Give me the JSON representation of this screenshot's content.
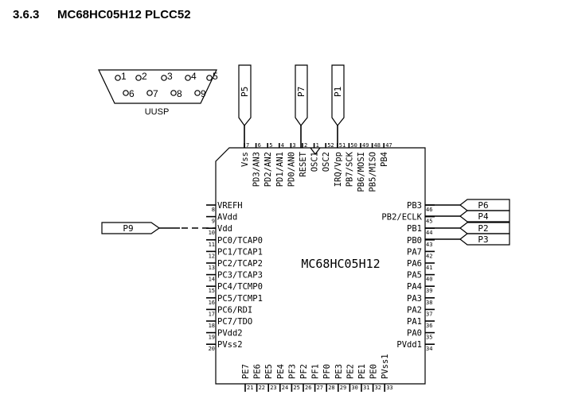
{
  "heading": {
    "number": "3.6.3",
    "title": "MC68HC05H12 PLCC52"
  },
  "connector": {
    "label": "UUSP",
    "pins_top": [
      "1",
      "2",
      "3",
      "4",
      "5"
    ],
    "pins_bottom": [
      "6",
      "7",
      "8",
      "9"
    ]
  },
  "chip": {
    "name": "MC68HC05H12",
    "top_pins": [
      {
        "num": "7",
        "name": "Vss"
      },
      {
        "num": "6",
        "name": "PD3/AN3"
      },
      {
        "num": "5",
        "name": "PD2/AN2"
      },
      {
        "num": "4",
        "name": "PD1/AN1"
      },
      {
        "num": "3",
        "name": "PD0/AN0"
      },
      {
        "num": "2",
        "name": "RESET"
      },
      {
        "num": "1",
        "name": "OSC1"
      },
      {
        "num": "52",
        "name": "OSC2"
      },
      {
        "num": "51",
        "name": "IRQ/Vpp"
      },
      {
        "num": "50",
        "name": "PB7/SCK"
      },
      {
        "num": "49",
        "name": "PB6/MOSI"
      },
      {
        "num": "48",
        "name": "PB5/MISO"
      },
      {
        "num": "47",
        "name": "PB4"
      }
    ],
    "left_pins": [
      {
        "num": "8",
        "name": "VREFH"
      },
      {
        "num": "9",
        "name": "AVdd"
      },
      {
        "num": "10",
        "name": "Vdd"
      },
      {
        "num": "11",
        "name": "PC0/TCAP0"
      },
      {
        "num": "12",
        "name": "PC1/TCAP1"
      },
      {
        "num": "13",
        "name": "PC2/TCAP2"
      },
      {
        "num": "14",
        "name": "PC3/TCAP3"
      },
      {
        "num": "15",
        "name": "PC4/TCMP0"
      },
      {
        "num": "16",
        "name": "PC5/TCMP1"
      },
      {
        "num": "17",
        "name": "PC6/RDI"
      },
      {
        "num": "18",
        "name": "PC7/TDO"
      },
      {
        "num": "19",
        "name": "PVdd2"
      },
      {
        "num": "20",
        "name": "PVss2"
      }
    ],
    "right_pins": [
      {
        "num": "46",
        "name": "PB3"
      },
      {
        "num": "45",
        "name": "PB2/ECLK"
      },
      {
        "num": "44",
        "name": "PB1"
      },
      {
        "num": "43",
        "name": "PB0"
      },
      {
        "num": "42",
        "name": "PA7"
      },
      {
        "num": "41",
        "name": "PA6"
      },
      {
        "num": "40",
        "name": "PA5"
      },
      {
        "num": "39",
        "name": "PA4"
      },
      {
        "num": "38",
        "name": "PA3"
      },
      {
        "num": "37",
        "name": "PA2"
      },
      {
        "num": "36",
        "name": "PA1"
      },
      {
        "num": "35",
        "name": "PA0"
      },
      {
        "num": "34",
        "name": "PVdd1"
      }
    ],
    "bottom_pins": [
      {
        "num": "21",
        "name": "PE7"
      },
      {
        "num": "22",
        "name": "PE6"
      },
      {
        "num": "23",
        "name": "PE5"
      },
      {
        "num": "24",
        "name": "PE4"
      },
      {
        "num": "25",
        "name": "PF3"
      },
      {
        "num": "26",
        "name": "PF2"
      },
      {
        "num": "27",
        "name": "PF1"
      },
      {
        "num": "28",
        "name": "PF0"
      },
      {
        "num": "29",
        "name": "PE3"
      },
      {
        "num": "30",
        "name": "PE2"
      },
      {
        "num": "31",
        "name": "PE1"
      },
      {
        "num": "32",
        "name": "PE0"
      },
      {
        "num": "33",
        "name": "PVss1"
      }
    ]
  },
  "probes": {
    "P5": "P5",
    "P7": "P7",
    "P1": "P1",
    "P6": "P6",
    "P4": "P4",
    "P2": "P2",
    "P3": "P3",
    "P9": "P9"
  }
}
